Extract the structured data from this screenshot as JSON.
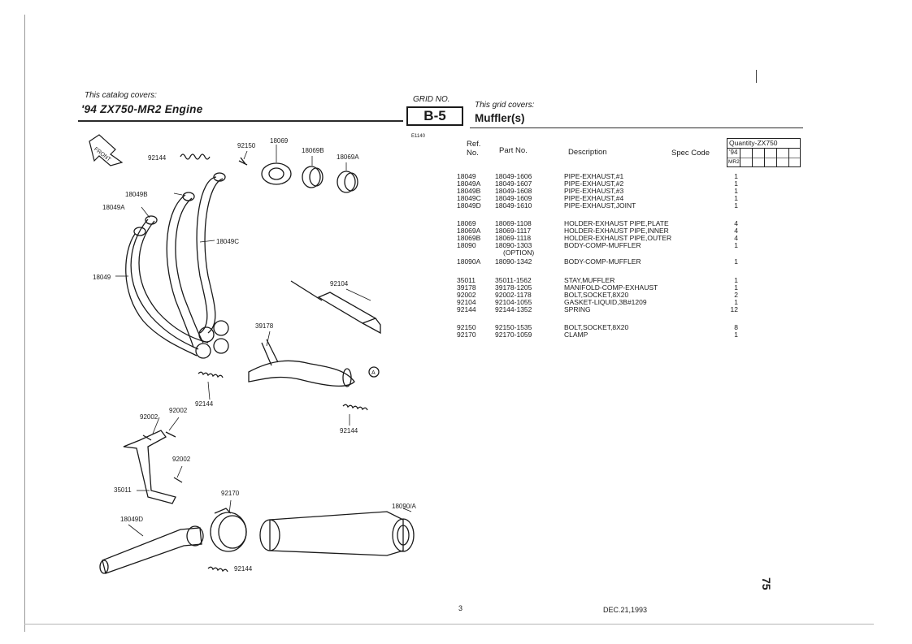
{
  "header": {
    "catalog_caption": "This catalog covers:",
    "catalog_title": "'94 ZX750-MR2 Engine",
    "grid_label": "GRID NO.",
    "grid_number": "B-5",
    "grid_caption": "This grid covers:",
    "grid_title": "Muffler(s)",
    "small_code": "E1140"
  },
  "table": {
    "headers": {
      "ref_line1": "Ref.",
      "ref_line2": "No.",
      "part_no": "Part No.",
      "description": "Description",
      "spec_code": "Spec Code",
      "quantity_title": "Quantity-ZX750",
      "quantity_year": "'94",
      "quantity_model": "MR2"
    },
    "rows": [
      {
        "ref": "18049",
        "part": "18049-1606",
        "desc": "PIPE-EXHAUST,#1",
        "qty": "1"
      },
      {
        "ref": "18049A",
        "part": "18049-1607",
        "desc": "PIPE-EXHAUST,#2",
        "qty": "1"
      },
      {
        "ref": "18049B",
        "part": "18049-1608",
        "desc": "PIPE-EXHAUST,#3",
        "qty": "1"
      },
      {
        "ref": "18049C",
        "part": "18049-1609",
        "desc": "PIPE-EXHAUST,#4",
        "qty": "1"
      },
      {
        "ref": "18049D",
        "part": "18049-1610",
        "desc": "PIPE-EXHAUST,JOINT",
        "qty": "1"
      },
      {
        "ref": "18069",
        "part": "18069-1108",
        "desc": "HOLDER-EXHAUST PIPE,PLATE",
        "qty": "4"
      },
      {
        "ref": "18069A",
        "part": "18069-1117",
        "desc": "HOLDER-EXHAUST PIPE,INNER",
        "qty": "4"
      },
      {
        "ref": "18069B",
        "part": "18069-1118",
        "desc": "HOLDER-EXHAUST PIPE,OUTER",
        "qty": "4"
      },
      {
        "ref": "18090",
        "part": "18090-1303",
        "desc": "BODY-COMP-MUFFLER",
        "qty": "1"
      },
      {
        "ref": "",
        "part": "(OPTION)",
        "desc": "",
        "qty": ""
      },
      {
        "ref": "18090A",
        "part": "18090-1342",
        "desc": "BODY-COMP-MUFFLER",
        "qty": "1"
      },
      {
        "ref": "35011",
        "part": "35011-1562",
        "desc": "STAY,MUFFLER",
        "qty": "1"
      },
      {
        "ref": "39178",
        "part": "39178-1205",
        "desc": "MANIFOLD-COMP-EXHAUST",
        "qty": "1"
      },
      {
        "ref": "92002",
        "part": "92002-1178",
        "desc": "BOLT,SOCKET,8X20",
        "qty": "2"
      },
      {
        "ref": "92104",
        "part": "92104-1055",
        "desc": "GASKET-LIQUID,3B#1209",
        "qty": "1"
      },
      {
        "ref": "92144",
        "part": "92144-1352",
        "desc": "SPRING",
        "qty": "12"
      },
      {
        "ref": "92150",
        "part": "92150-1535",
        "desc": "BOLT,SOCKET,8X20",
        "qty": "8"
      },
      {
        "ref": "92170",
        "part": "92170-1059",
        "desc": "CLAMP",
        "qty": "1"
      }
    ]
  },
  "diagram": {
    "front_label": "FRONT",
    "callouts": {
      "c92150": "92150",
      "c18069": "18069",
      "c18069B": "18069B",
      "c18069A": "18069A",
      "c92144_top": "92144",
      "c18049B": "18049B",
      "c18049A": "18049A",
      "c18049C": "18049C",
      "c18049": "18049",
      "c92104": "92104",
      "c39178": "39178",
      "c92144_mid": "92144",
      "c92144_right": "92144",
      "c92002_a": "92002",
      "c92002_b": "92002",
      "c92002_c": "92002",
      "c35011": "35011",
      "c92170": "92170",
      "c18049D": "18049D",
      "c18090A": "18090/A",
      "c92144_bottom": "92144",
      "circle_a": "A"
    }
  },
  "footer": {
    "page_number": "75",
    "sheet": "3",
    "date": "DEC.21,1993"
  }
}
